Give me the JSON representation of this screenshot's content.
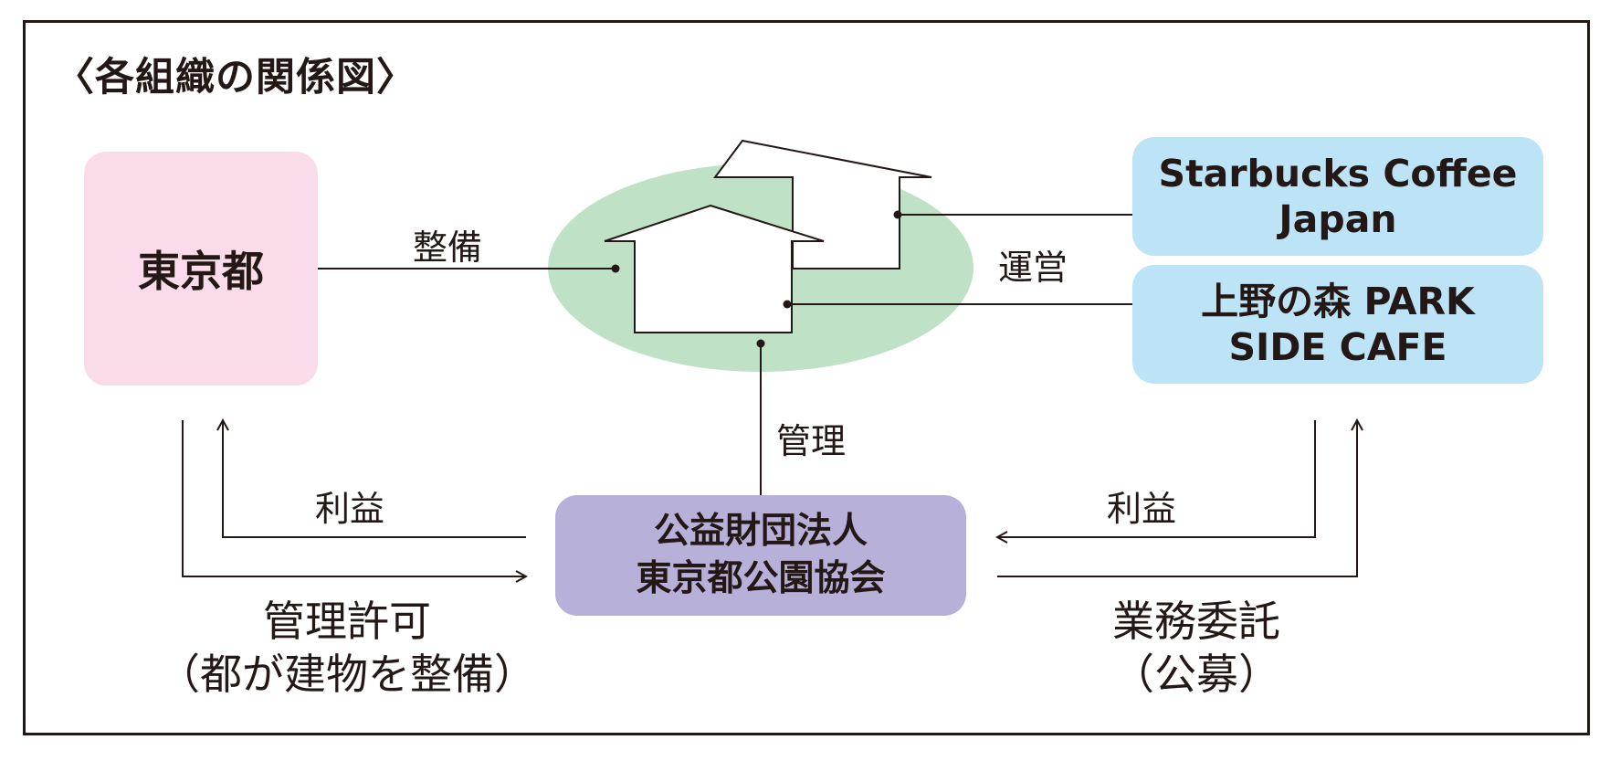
{
  "title": "〈各組織の関係図〉",
  "nodes": {
    "tokyo": {
      "label": "東京都",
      "color": "#f9dbe9"
    },
    "starbucks": {
      "line1": "Starbucks Coffee",
      "line2": "Japan",
      "color": "#bde3f6"
    },
    "park_cafe": {
      "line1": "上野の森 PARK",
      "line2": "SIDE CAFE",
      "color": "#bde3f6"
    },
    "association": {
      "line1": "公益財団法人",
      "line2": "東京都公園協会",
      "color": "#b7b0d8"
    },
    "park_area_color": "#bfe1c6"
  },
  "edges": {
    "seibi": "整備",
    "unei": "運営",
    "kanri": "管理",
    "rieki_left": "利益",
    "rieki_right": "利益",
    "kanri_kyoka": {
      "line1": "管理許可",
      "line2": "（都が建物を整備）"
    },
    "gyomu_itaku": {
      "line1": "業務委託",
      "line2": "（公募）"
    }
  },
  "colors": {
    "line": "#231815"
  }
}
